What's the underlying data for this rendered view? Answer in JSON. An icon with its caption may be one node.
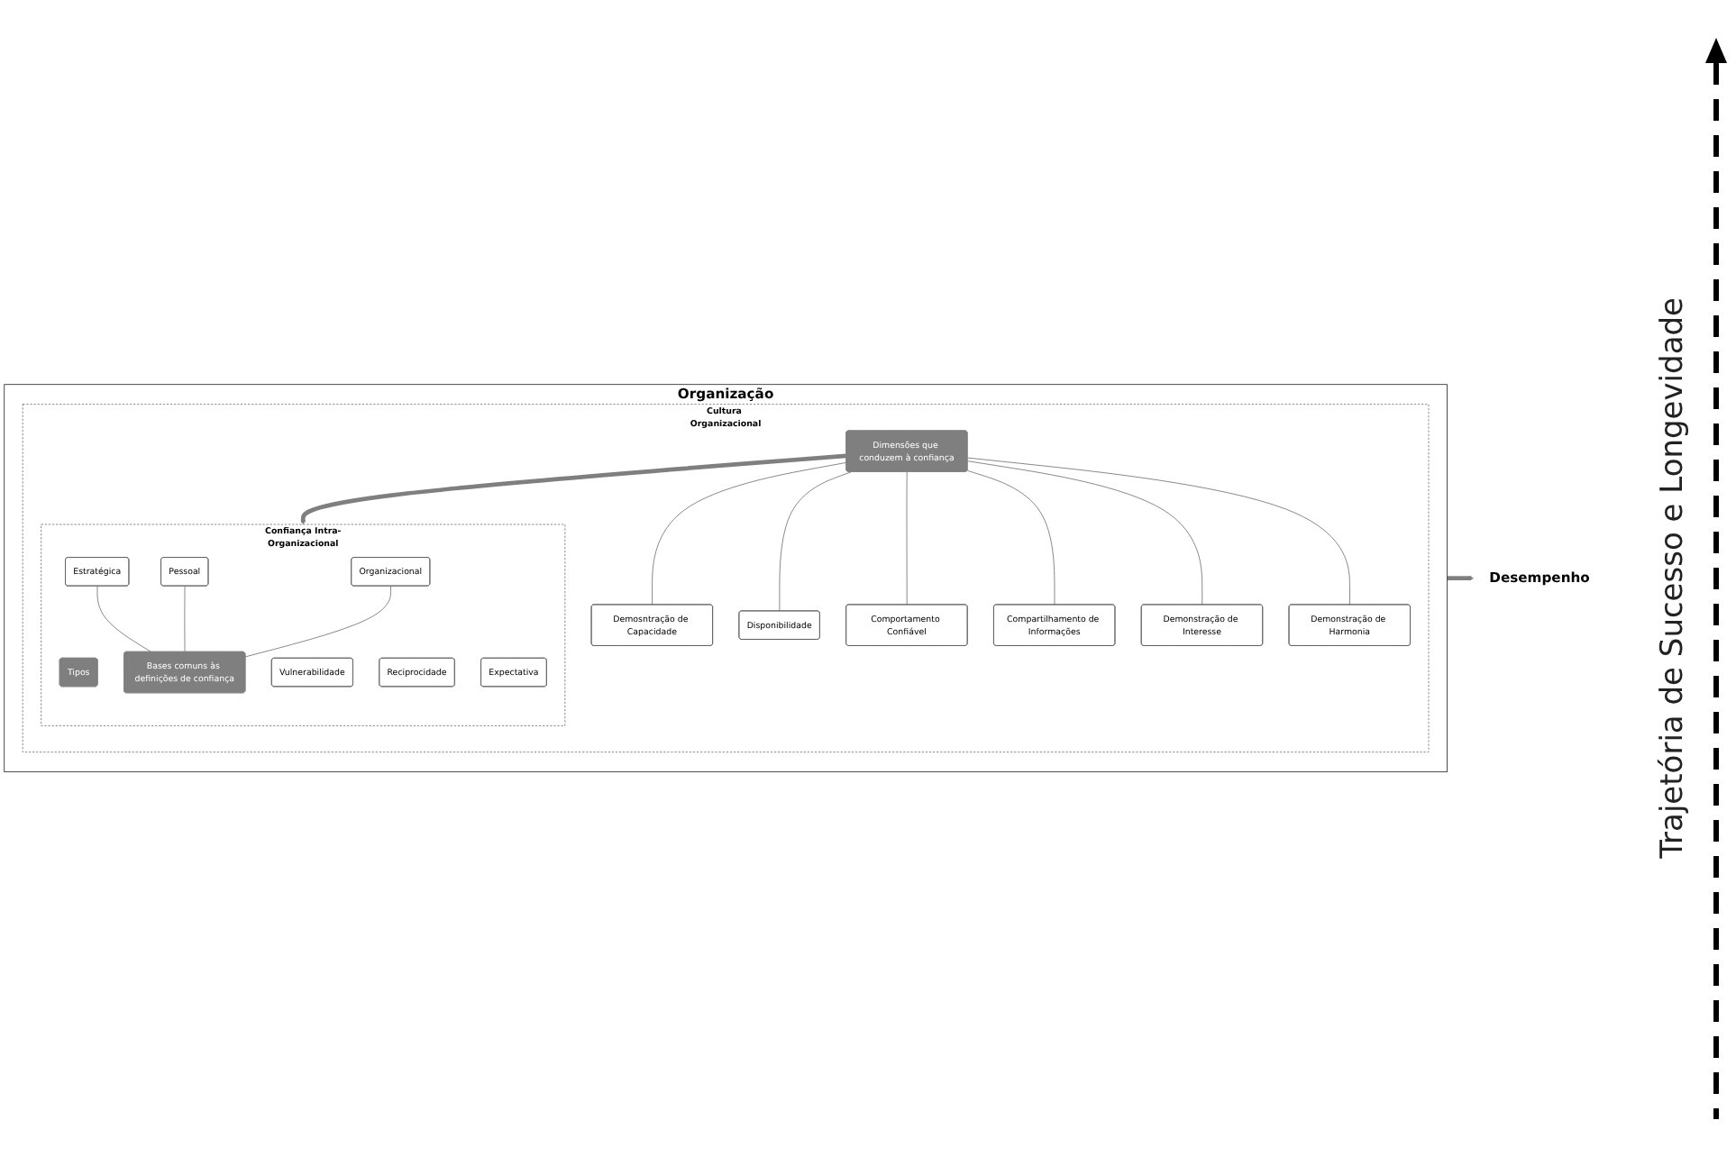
{
  "diagram": {
    "nodes": [
      {
        "text": [
          "Organização"
        ]
      },
      {
        "text": [
          "Cultura Organizacional"
        ],
        "in": 0
      },
      {
        "text": [
          "Dimensões que conduzem à confiança"
        ],
        "in": 1
      },
      {
        "text": [
          "Demosntração de Capacidade"
        ],
        "in": 1
      },
      {
        "text": [
          "Disponibilidade"
        ],
        "in": 1
      },
      {
        "text": [
          "Comportamento Confiável"
        ],
        "in": 1
      },
      {
        "text": [
          "Compartilhamento de Informações"
        ],
        "in": 1
      },
      {
        "text": [
          "Demonstração de Interesse"
        ],
        "in": 1
      },
      {
        "text": [
          "Demonstração de Harmonia"
        ],
        "in": 1
      },
      {
        "text": [
          "Confiança Intra-Organizacional"
        ],
        "in": 1
      },
      {
        "text": [
          "Tipos"
        ],
        "in": 9
      },
      {
        "text": [
          "Estratégica"
        ],
        "in": 9
      },
      {
        "text": [
          "Pessoal"
        ],
        "in": 9
      },
      {
        "text": [
          "Organizacional"
        ],
        "in": 9
      },
      {
        "text": [
          "Bases comuns às definições de confiança"
        ],
        "in": 9
      },
      {
        "text": [
          "Vulnerabilidade"
        ],
        "in": 9
      },
      {
        "text": [
          "Reciprocidade"
        ],
        "in": 9
      },
      {
        "text": [
          "Expectativa"
        ],
        "in": 9
      },
      {
        "text": [
          "Desempenho"
        ]
      }
    ],
    "edges": [
      {
        "from": 2,
        "to": 3,
        "arrow": "none"
      },
      {
        "from": 2,
        "to": 4,
        "arrow": "none"
      },
      {
        "from": 2,
        "to": 5,
        "arrow": "none"
      },
      {
        "from": 2,
        "to": 6,
        "arrow": "none"
      },
      {
        "from": 2,
        "to": 7,
        "arrow": "none"
      },
      {
        "from": 2,
        "to": 8,
        "arrow": "none"
      },
      {
        "from": 2,
        "to": 9,
        "arrow": "to",
        "style": "thick",
        "color": "#7f7f7f"
      },
      {
        "from": 11,
        "to": 14,
        "arrow": "none"
      },
      {
        "from": 12,
        "to": 14,
        "arrow": "none"
      },
      {
        "from": 13,
        "to": 14,
        "arrow": "none"
      },
      {
        "from": 0,
        "to": 18,
        "arrow": "to",
        "style": "thick",
        "color": "#7f7f7f"
      }
    ],
    "labels": [
      "Trajetória de Sucesso e Longevidade"
    ]
  }
}
